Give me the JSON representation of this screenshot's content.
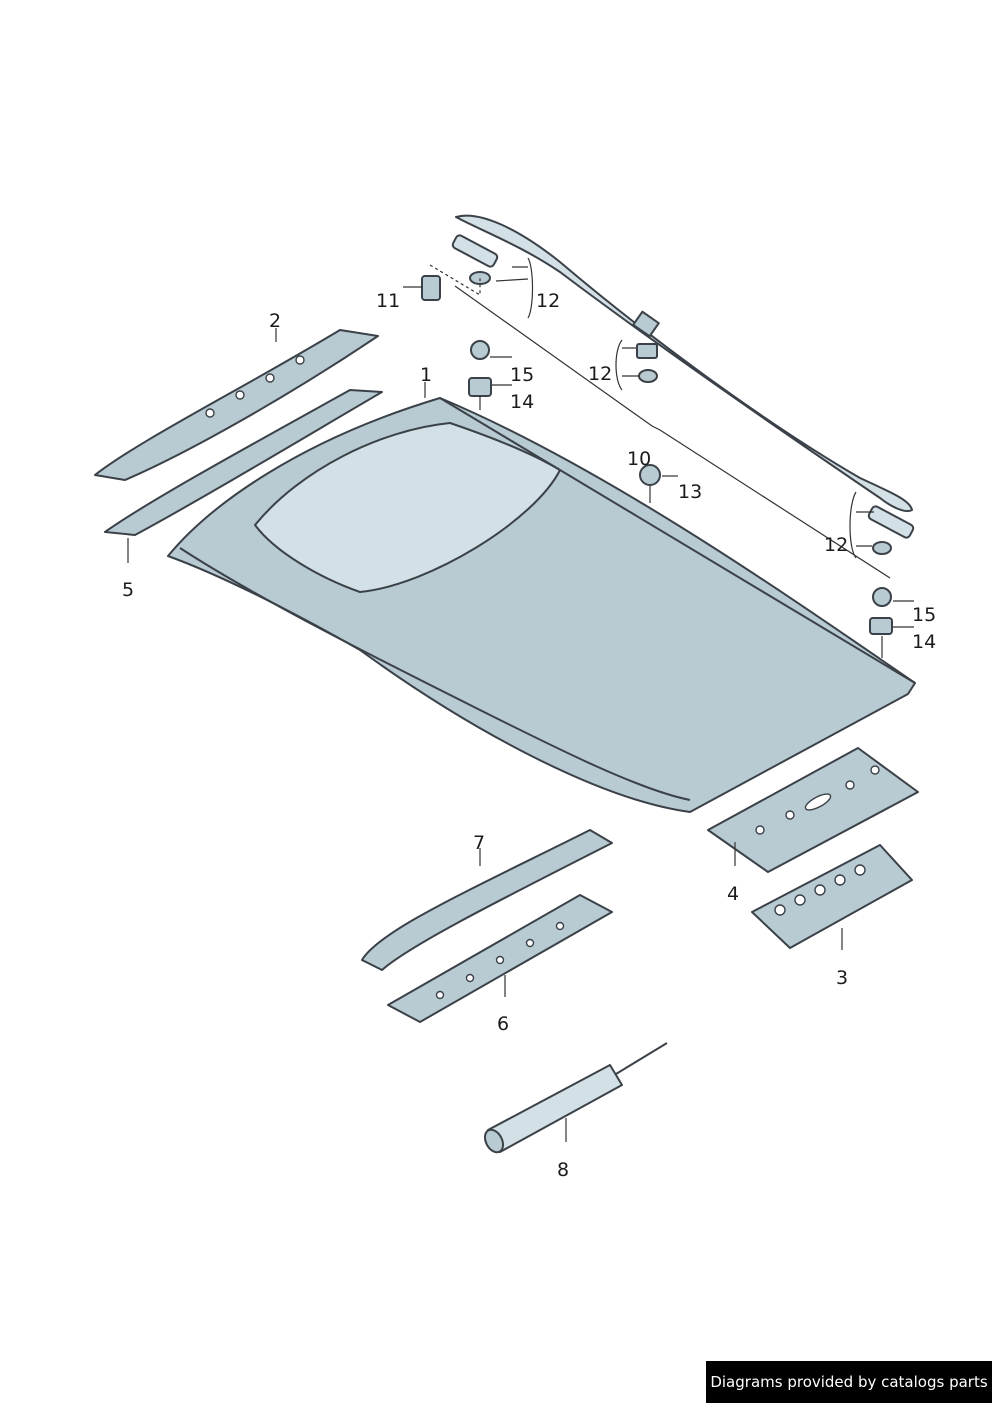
{
  "diagram": {
    "callouts": {
      "c1": "1",
      "c2": "2",
      "c3": "3",
      "c4": "4",
      "c5": "5",
      "c6": "6",
      "c7": "7",
      "c8": "8",
      "c10": "10",
      "c11": "11",
      "c12a": "12",
      "c12b": "12",
      "c12c": "12",
      "c13": "13",
      "c14a": "14",
      "c14b": "14",
      "c15a": "15",
      "c15b": "15"
    }
  },
  "footer": {
    "credit": "Diagrams provided by catalogs parts"
  },
  "colors": {
    "part_fill": "#b9cbd2",
    "part_fill_light": "#d3e0e5",
    "outline": "#3b4148",
    "credit_background": "#000000",
    "credit_text": "#ffffff"
  }
}
